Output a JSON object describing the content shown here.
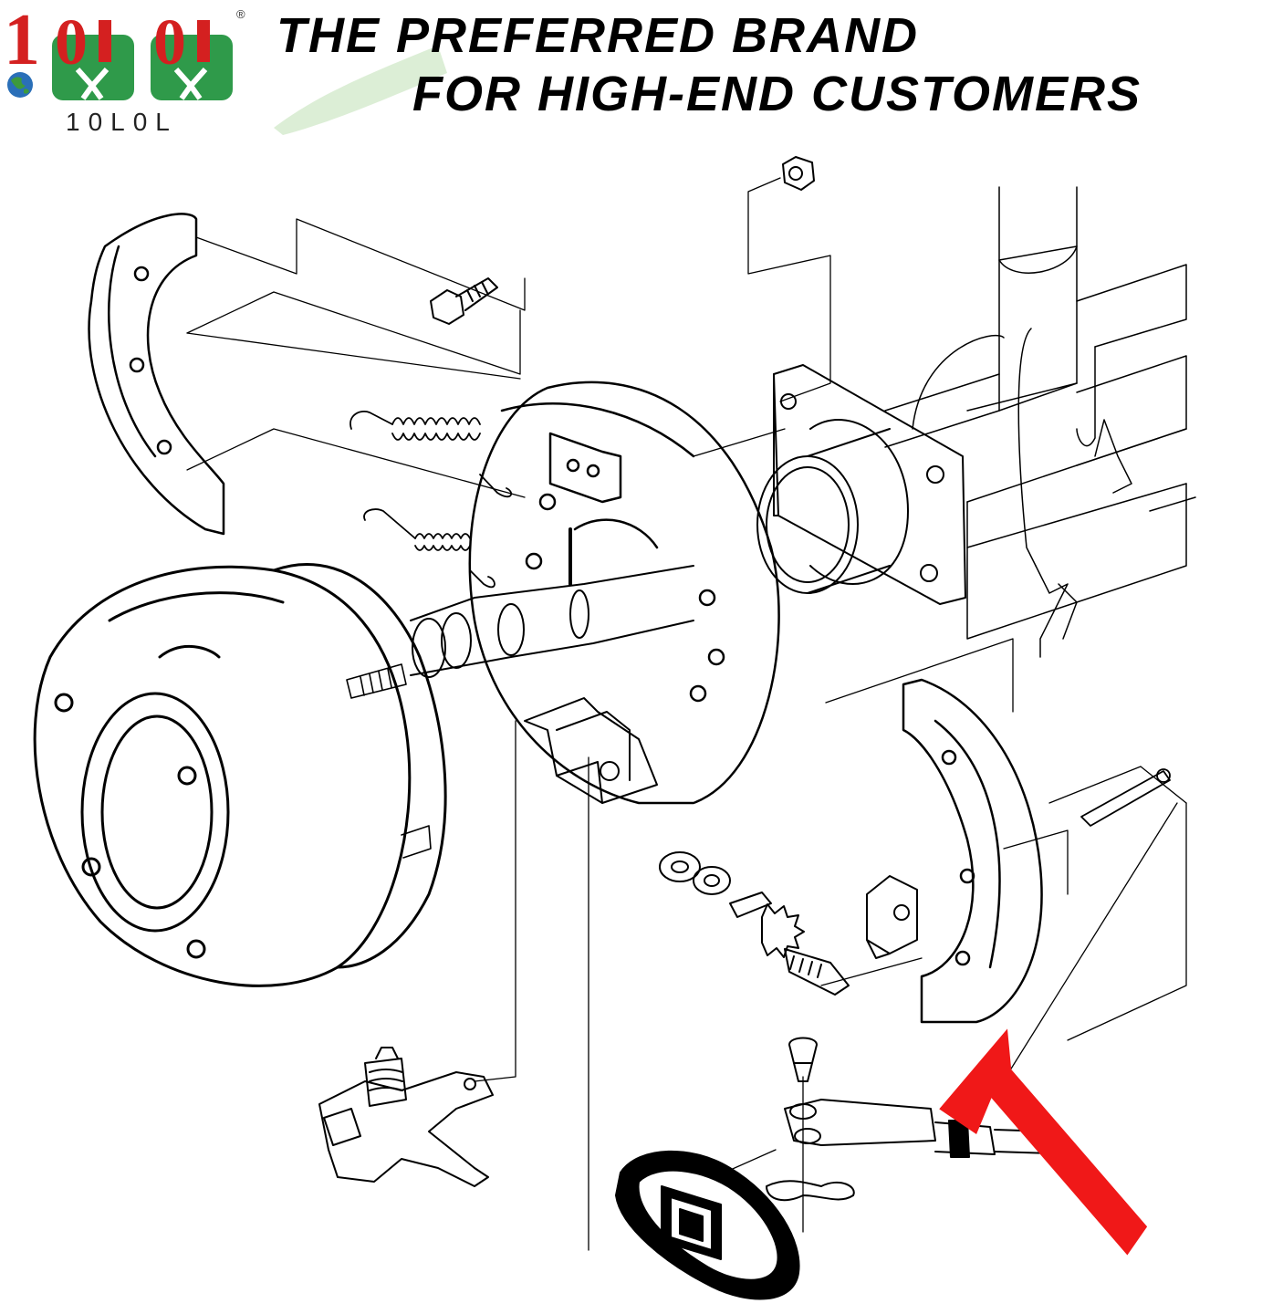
{
  "brand": {
    "logo_text": "10L0L",
    "registered_mark": "®"
  },
  "headline": {
    "line1": "THE PREFERRED BRAND",
    "line2": "FOR HIGH-END CUSTOMERS"
  },
  "colors": {
    "logo_red": "#d42020",
    "logo_green": "#2f9a4a",
    "brush_green": "#d8ecd2",
    "arrow_red": "#f01818",
    "line_art": "#000000"
  },
  "icons": {
    "globe": "globe-icon",
    "callout_arrow": "red-arrow-icon"
  }
}
